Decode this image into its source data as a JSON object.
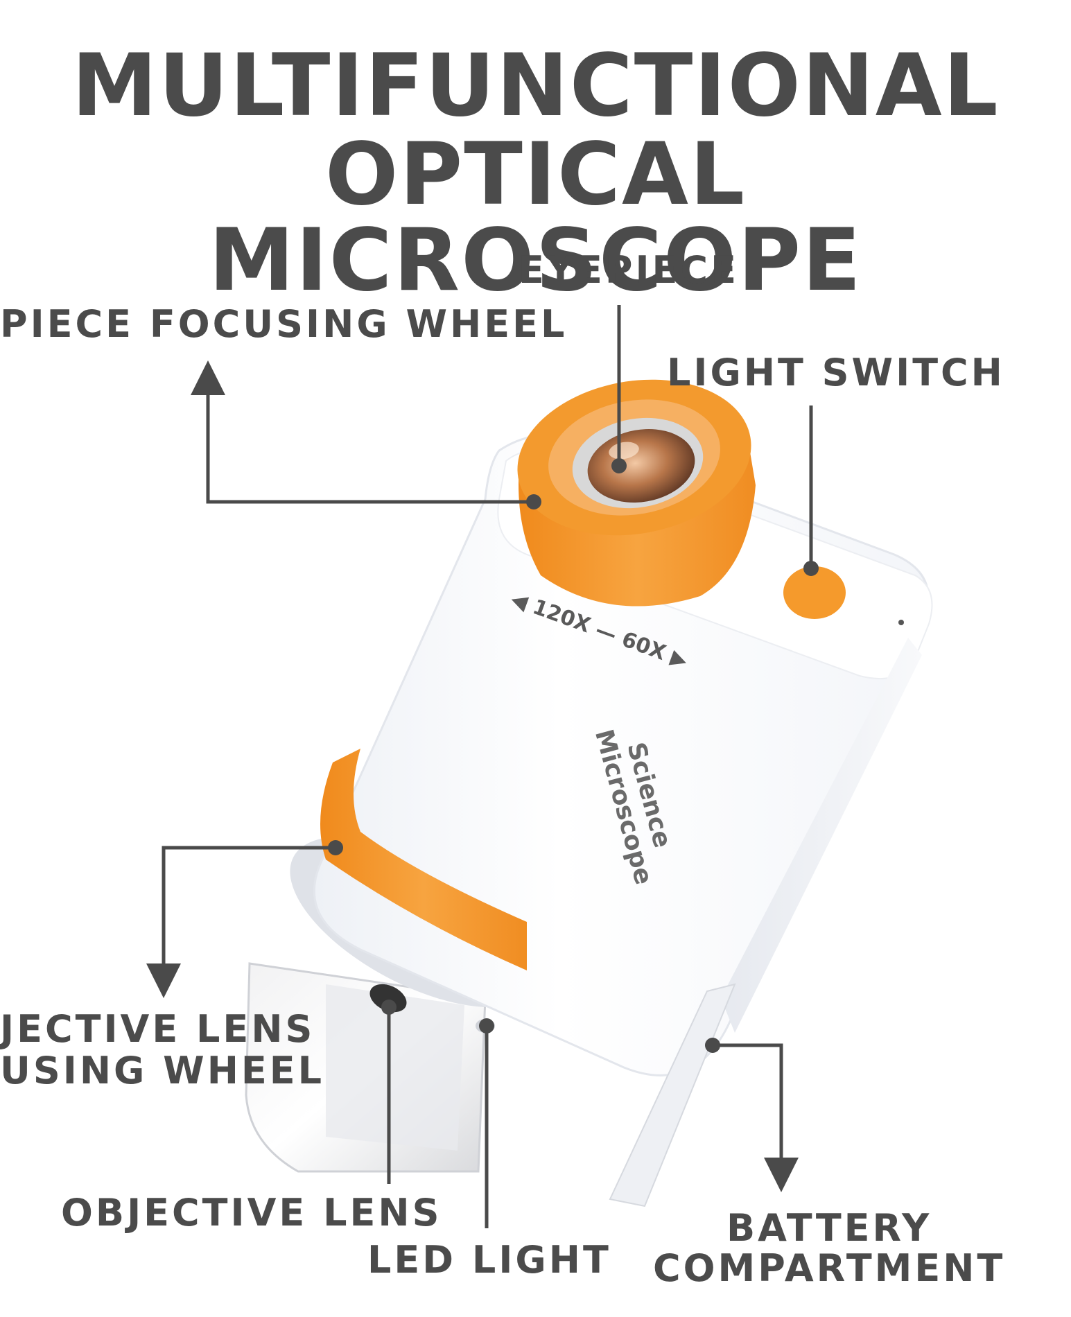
{
  "title": {
    "line1": "MULTIFUNCTIONAL",
    "line2": "OPTICAL MICROSCOPE"
  },
  "labels": {
    "eyepiece": "EYEPIECE",
    "eyepiece_focusing_wheel": "PIECE FOCUSING WHEEL",
    "light_switch": "LIGHT SWITCH",
    "objective_focusing_line1": "JECTIVE LENS",
    "objective_focusing_line2": "USING WHEEL",
    "objective_lens": "OBJECTIVE LENS",
    "led_light": "LED LIGHT",
    "battery_line1": "BATTERY",
    "battery_line2": "COMPARTMENT"
  },
  "device": {
    "magnification_text": "◀ 120X — 60X ▶",
    "brand_line1": "Science",
    "brand_line2": "Microscope"
  },
  "colors": {
    "accent_orange": "#f59a2c",
    "body_white": "#fbfcfe",
    "text_gray": "#4b4b4b",
    "line_gray": "#4a4a4a"
  }
}
